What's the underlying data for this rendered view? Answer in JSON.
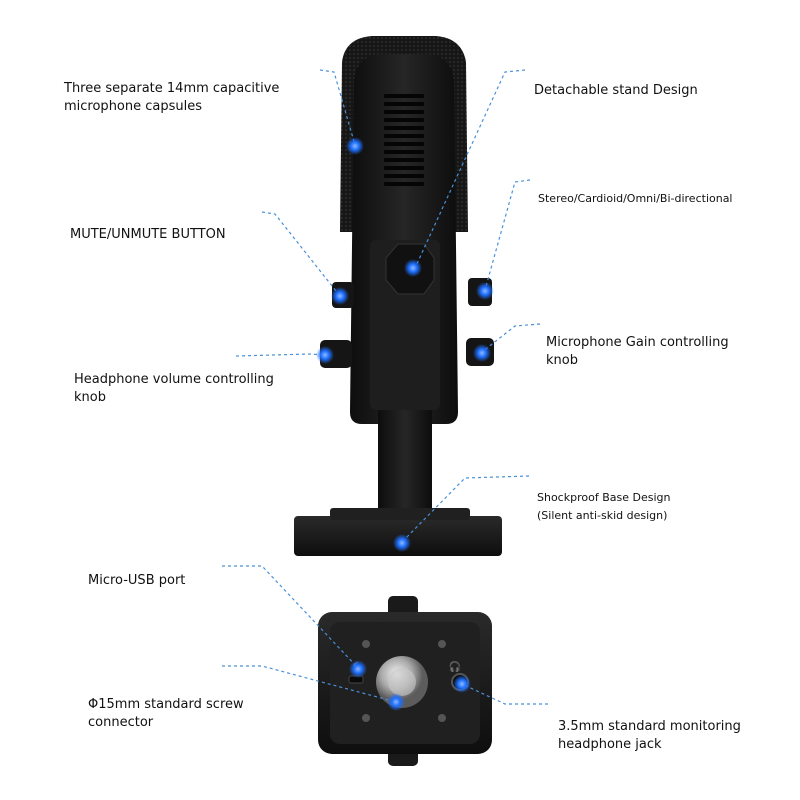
{
  "colors": {
    "background": "#ffffff",
    "device_body": "#1b1b1b",
    "callout_line": "#4a90d9",
    "callout_dot": "#1e6fff"
  },
  "labels": {
    "capsules": {
      "line1": "Three separate 14mm capacitive",
      "line2": "microphone capsules"
    },
    "detachable": "Detachable stand Design",
    "patterns": "Stereo/Cardioid/Omni/Bi-directional",
    "mute": "MUTE/UNMUTE BUTTON",
    "gain": {
      "line1": "Microphone Gain controlling",
      "line2": "knob"
    },
    "headphone_volume": {
      "line1": "Headphone volume controlling",
      "line2": "knob"
    },
    "shockproof": {
      "line1": "Shockproof Base Design",
      "line2": "(Silent anti-skid design)"
    },
    "usb": "Micro-USB port",
    "screw": {
      "line1": "Φ15mm standard screw",
      "line2": "connector"
    },
    "jack": {
      "line1": "3.5mm standard monitoring",
      "line2": "headphone jack"
    }
  },
  "icons": {
    "usb_port": "usb-icon",
    "headphone_port": "headphone-icon"
  }
}
